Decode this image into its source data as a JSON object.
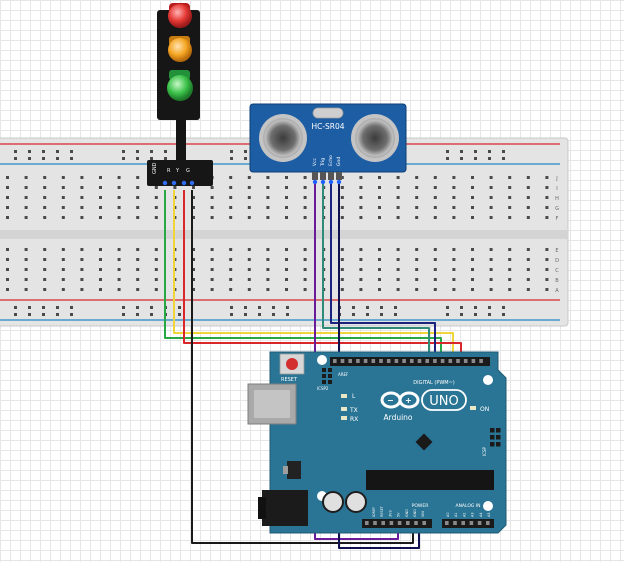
{
  "sensor": {
    "model": "HC-SR04",
    "pins": [
      "Vcc",
      "Trig",
      "Echo",
      "Gnd"
    ]
  },
  "traffic_light": {
    "lights": [
      "red",
      "amber",
      "green"
    ],
    "pins": [
      "GND",
      "R",
      "Y",
      "G"
    ]
  },
  "arduino": {
    "brand": "Arduino",
    "model": "UNO",
    "on_label": "ON",
    "tx_label": "TX",
    "rx_label": "RX",
    "l_label": "L",
    "reset_label": "RESET",
    "icsp_label": "ICSP",
    "icsp2_label": "ICSP2",
    "digital_label": "DIGITAL (PWM~)",
    "power_label": "POWER",
    "analog_label": "ANALOG IN",
    "aref_label": "AREF",
    "power_pins": [
      "IOREF",
      "RESET",
      "3V3",
      "5V",
      "GND",
      "GND",
      "VIN"
    ],
    "analog_pins": [
      "A0",
      "A1",
      "A2",
      "A3",
      "A4",
      "A5"
    ]
  },
  "breadboard": {
    "columns": 30,
    "row_letters_top": [
      "J",
      "I",
      "H",
      "G",
      "F"
    ],
    "row_letters_bottom": [
      "E",
      "D",
      "C",
      "B",
      "A"
    ]
  },
  "wires": [
    {
      "name": "green",
      "color": "#27a844"
    },
    {
      "name": "yellow",
      "color": "#f0d53a"
    },
    {
      "name": "red",
      "color": "#d8262b"
    },
    {
      "name": "black",
      "color": "#1a1a1a"
    },
    {
      "name": "purple",
      "color": "#6a1b9a"
    },
    {
      "name": "teal",
      "color": "#2e8b7a"
    },
    {
      "name": "blue",
      "color": "#1a237e"
    },
    {
      "name": "navy",
      "color": "#101050"
    }
  ],
  "colors": {
    "board": "#2a7595",
    "sensor": "#1d5da4",
    "breadboard": "#e4e4e4",
    "rail_red": "#d8262b",
    "rail_blue": "#1e88c8"
  }
}
